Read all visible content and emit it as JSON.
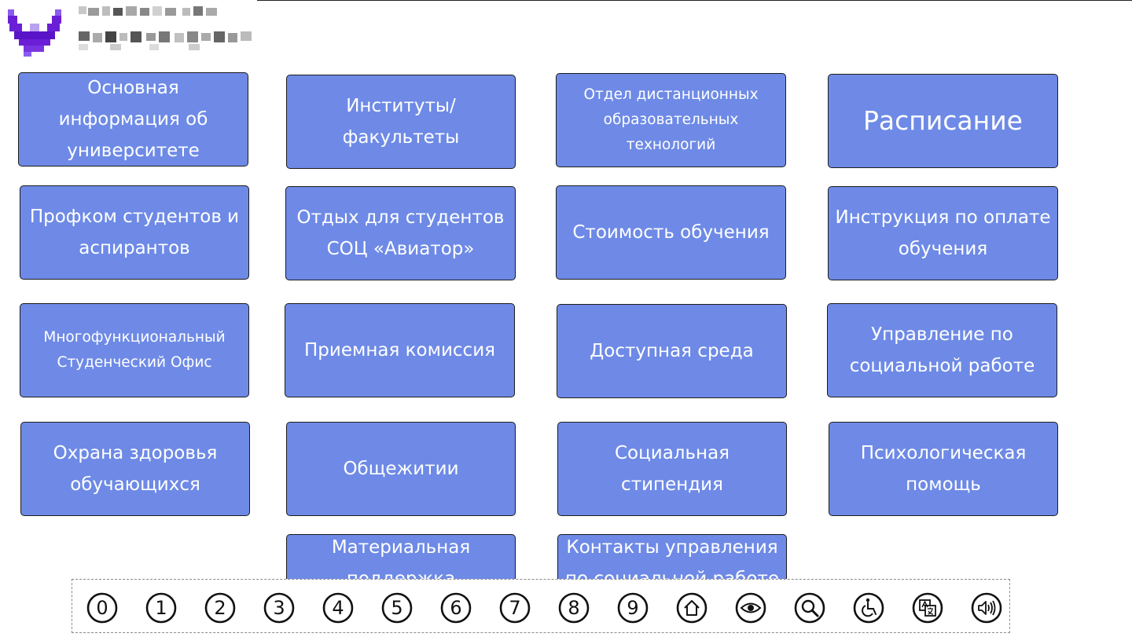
{
  "header": {
    "logo_icon": "university-logo-icon",
    "logo_text_icon": "pixelated-university-name-icon"
  },
  "tiles": [
    {
      "label": "Основная информация об университете"
    },
    {
      "label": "Институты/ факультеты"
    },
    {
      "label": "Отдел дистанционных образовательных технологий"
    },
    {
      "label": "Расписание"
    },
    {
      "label": "Профком студентов и аспирантов"
    },
    {
      "label": "Отдых для студентов СОЦ «Авиатор»"
    },
    {
      "label": "Стоимость обучения"
    },
    {
      "label": "Инструкция по оплате обучения"
    },
    {
      "label": "Многофункциональный Студенческий Офис"
    },
    {
      "label": "Приемная комиссия"
    },
    {
      "label": "Доступная среда"
    },
    {
      "label": "Управление по социальной работе"
    },
    {
      "label": "Охрана здоровья обучающихся"
    },
    {
      "label": "Общежитии"
    },
    {
      "label": "Социальная стипендия"
    },
    {
      "label": "Психологическая помощь"
    },
    {
      "label": "Материальная поддержка"
    },
    {
      "label": "Контакты управления по социальной работе"
    }
  ],
  "accessibility_bar": {
    "digits": [
      "0",
      "1",
      "2",
      "3",
      "4",
      "5",
      "6",
      "7",
      "8",
      "9"
    ],
    "icons": [
      "home-icon",
      "eye-icon",
      "search-icon",
      "wheelchair-icon",
      "translate-icon",
      "speaker-icon"
    ]
  },
  "colors": {
    "tile_bg": "#6e8ae6",
    "logo_purple": "#6a1fd6"
  }
}
